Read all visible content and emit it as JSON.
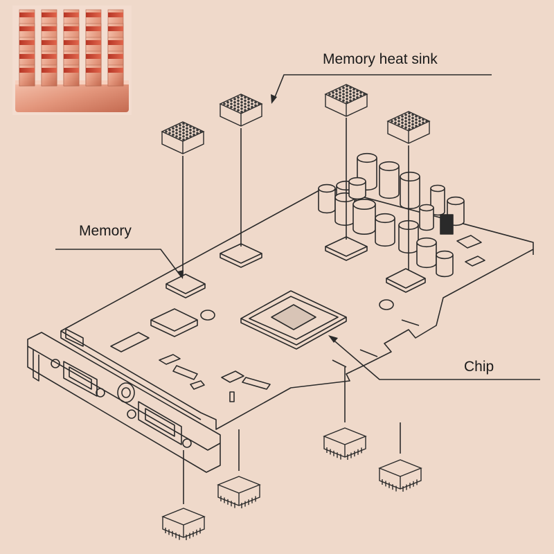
{
  "labels": {
    "memory_heat_sink": "Memory heat sink",
    "memory": "Memory",
    "chip": "Chip"
  },
  "colors": {
    "background": "#efd9ca",
    "line": "#2a2a2a",
    "copper_light": "#f2b7a0",
    "copper_mid": "#d98a6e",
    "copper_dark": "#a84a35",
    "copper_red": "#c7422f"
  },
  "icons": {
    "photo": "copper-heat-sink-photo",
    "small_sink": "heat-sink-icon"
  }
}
